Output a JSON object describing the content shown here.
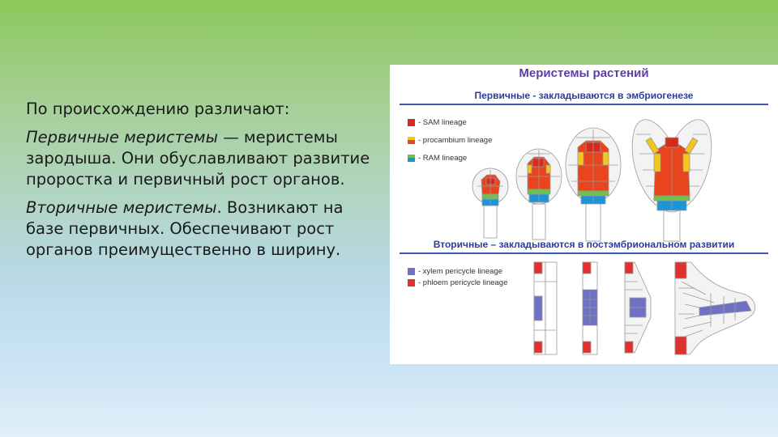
{
  "slide": {
    "intro": "По происхождению различают:",
    "primary_term": "Первичные меристемы",
    "primary_desc": " — меристемы зародыша. Они обуславливают развитие проростка и первичный рост органов.",
    "secondary_term": "Вторичные меристемы",
    "secondary_desc": ". Возникают на базе первичных. Обеспечивают рост органов преимущественно в ширину."
  },
  "figure": {
    "title": "Меристемы растений",
    "primary_heading": "Первичные - закладываются в эмбриогенезе",
    "secondary_heading": "Вторичные – закладываются в постэмбриональном развитии",
    "legend_primary": [
      {
        "label": "- SAM lineage",
        "color": "#d62a1f"
      },
      {
        "label": "- procambium lineage",
        "color": "#f3c619",
        "color2": "#e8451d"
      },
      {
        "label": "- RAM lineage",
        "color": "#1e94d8",
        "color2": "#6cc24a"
      }
    ],
    "legend_secondary": [
      {
        "label": "- xylem pericycle lineage",
        "color": "#6f72c4"
      },
      {
        "label": "- phloem pericycle lineage",
        "color": "#e03030"
      }
    ],
    "colors": {
      "title": "#5b3fa5",
      "heading": "#2b3e93",
      "rule": "#3b5ab0",
      "sam": "#d62a1f",
      "procambium_yellow": "#f3c619",
      "procambium_orange": "#e8451d",
      "ram_green": "#6cc24a",
      "ram_blue": "#1e94d8",
      "xylem": "#6f72c4",
      "phloem": "#e03030"
    }
  }
}
